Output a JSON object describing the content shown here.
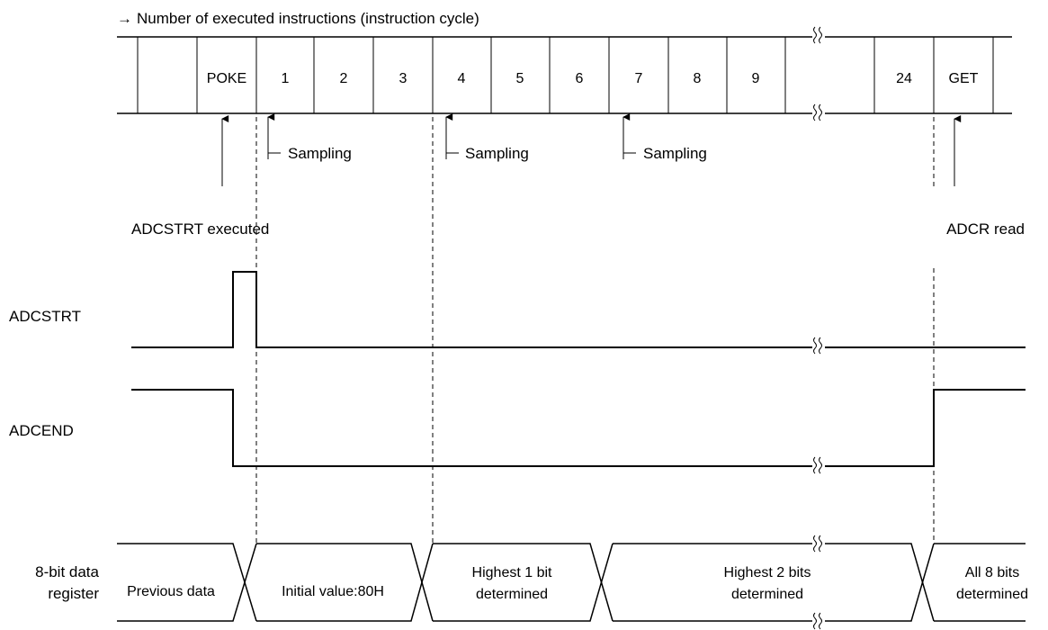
{
  "header": {
    "arrow": "→",
    "text": "Number of executed instructions (instruction cycle)"
  },
  "cycles": [
    "POKE",
    "1",
    "2",
    "3",
    "4",
    "5",
    "6",
    "7",
    "8",
    "9",
    "24",
    "GET"
  ],
  "sampling_label": "Sampling",
  "events": {
    "start": "ADCSTRT executed",
    "read": "ADCR read"
  },
  "signals": {
    "adcstrt": "ADCSTRT",
    "adcend": "ADCEND",
    "register": {
      "line1": "8-bit data",
      "line2": "register"
    }
  },
  "register_values": {
    "previous": "Previous data",
    "initial": "Initial value:80H",
    "highest1": {
      "line1": "Highest 1 bit",
      "line2": "determined"
    },
    "highest2": {
      "line1": "Highest 2 bits",
      "line2": "determined"
    },
    "all8": {
      "line1": "All 8 bits",
      "line2": "determined"
    }
  }
}
